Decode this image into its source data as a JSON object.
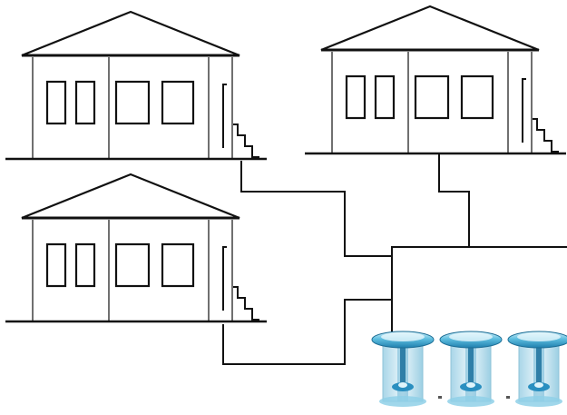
{
  "diagram": {
    "houses": [
      {
        "id": "house-top-left"
      },
      {
        "id": "house-top-right"
      },
      {
        "id": "house-bottom-left"
      }
    ],
    "treatment_unit": {
      "aerators": 3
    },
    "colors": {
      "line": "#111111",
      "background": "#ffffff",
      "aerator_blue": "#3aa7cf",
      "tank_water": "#bfe3ef"
    }
  }
}
